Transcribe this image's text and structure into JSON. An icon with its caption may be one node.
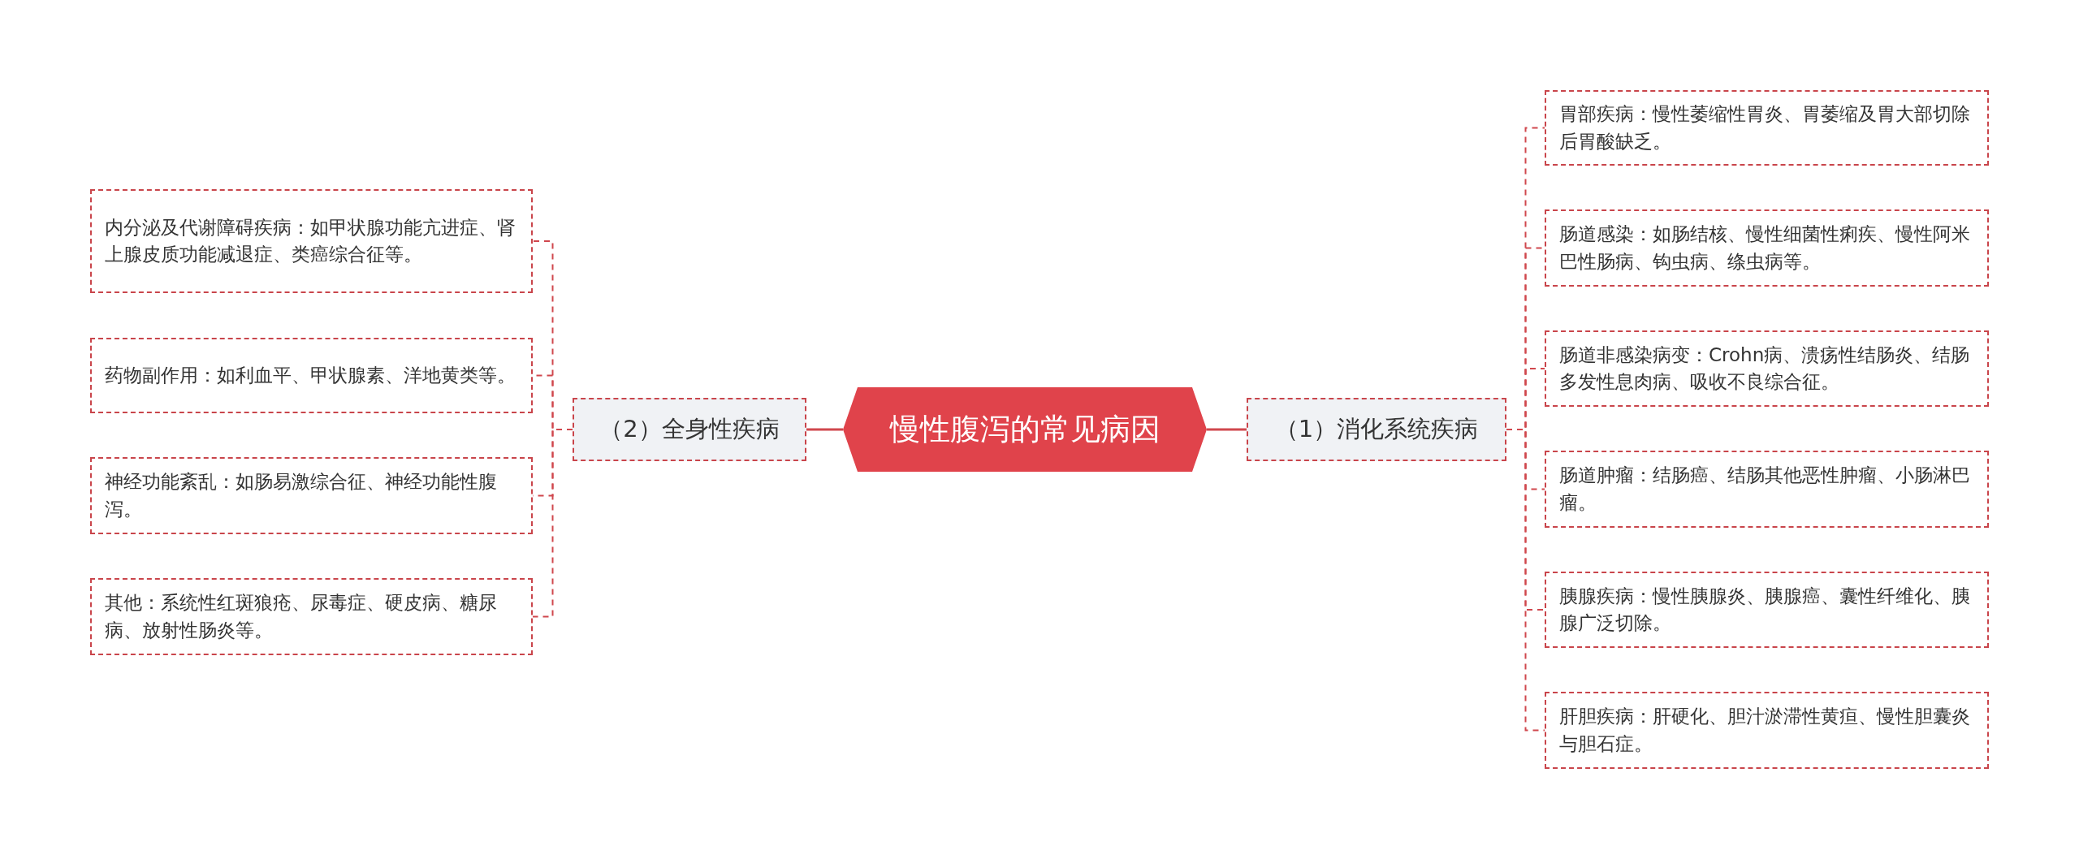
{
  "diagram": {
    "nodes": [
      {
        "text": [
          "慢性腹泻的常见病因"
        ]
      },
      {
        "text": [
          "（1）消化系统疾病"
        ]
      },
      {
        "text": [
          "胃部疾病：慢性萎缩性胃炎、胃萎缩及胃大部切除后胃酸缺乏。"
        ]
      },
      {
        "text": [
          "肠道感染：如肠结核、慢性细菌性痢疾、慢性阿米巴性肠病、钩虫病、绦虫病等。"
        ]
      },
      {
        "text": [
          "肠道非感染病变：Crohn病、溃疡性结肠炎、结肠多发性息肉病、吸收不良综合征。"
        ]
      },
      {
        "text": [
          "肠道肿瘤：结肠癌、结肠其他恶性肿瘤、小肠淋巴瘤。"
        ]
      },
      {
        "text": [
          "胰腺疾病：慢性胰腺炎、胰腺癌、囊性纤维化、胰腺广泛切除。"
        ]
      },
      {
        "text": [
          "肝胆疾病：肝硬化、胆汁淤滞性黄疸、慢性胆囊炎与胆石症。"
        ]
      },
      {
        "text": [
          "（2）全身性疾病"
        ]
      },
      {
        "text": [
          "内分泌及代谢障碍疾病：如甲状腺功能亢进症、肾上腺皮质功能减退症、类癌综合征等。"
        ]
      },
      {
        "text": [
          "药物副作用：如利血平、甲状腺素、洋地黄类等。"
        ]
      },
      {
        "text": [
          "神经功能紊乱：如肠易激综合征、神经功能性腹泻。"
        ]
      },
      {
        "text": [
          "其他：系统性红斑狼疮、尿毒症、硬皮病、糖尿病、放射性肠炎等。"
        ]
      }
    ],
    "edges": [
      {
        "from": 0,
        "to": 1,
        "arrow": "none"
      },
      {
        "from": 1,
        "to": 2,
        "arrow": "none",
        "style": "dashed"
      },
      {
        "from": 1,
        "to": 3,
        "arrow": "none",
        "style": "dashed"
      },
      {
        "from": 1,
        "to": 4,
        "arrow": "none",
        "style": "dashed"
      },
      {
        "from": 1,
        "to": 5,
        "arrow": "none",
        "style": "dashed"
      },
      {
        "from": 1,
        "to": 6,
        "arrow": "none",
        "style": "dashed"
      },
      {
        "from": 1,
        "to": 7,
        "arrow": "none",
        "style": "dashed"
      },
      {
        "from": 0,
        "to": 8,
        "arrow": "none"
      },
      {
        "from": 8,
        "to": 9,
        "arrow": "none",
        "style": "dashed"
      },
      {
        "from": 8,
        "to": 10,
        "arrow": "none",
        "style": "dashed"
      },
      {
        "from": 8,
        "to": 11,
        "arrow": "none",
        "style": "dashed"
      },
      {
        "from": 8,
        "to": 12,
        "arrow": "none",
        "style": "dashed"
      }
    ]
  }
}
